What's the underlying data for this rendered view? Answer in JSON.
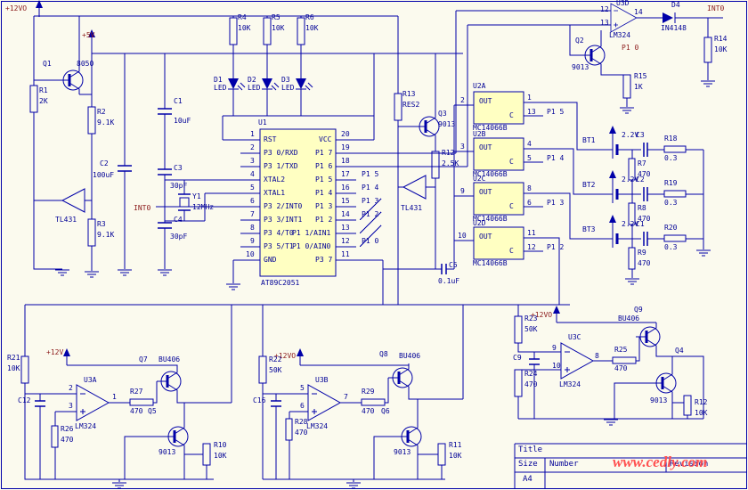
{
  "colors": {
    "bg": "#fbfaee",
    "wire": "#0000a8",
    "text": "#000096",
    "net": "#8b1a1a",
    "ic": "#ffffc2",
    "wm": "#ff5050"
  },
  "watermark": "www.cedly.com",
  "title_block": {
    "title_label": "Title",
    "size_label": "Size",
    "size_value": "A4",
    "number_label": "Number",
    "revision_label": "Revision"
  },
  "labels": [
    [
      6,
      6,
      "+12VO",
      "r"
    ],
    [
      92,
      36,
      "+5V",
      "r"
    ],
    [
      150,
      230,
      "INT0",
      "r"
    ],
    [
      794,
      6,
      "INT0",
      "r"
    ],
    [
      698,
      50,
      "P1 0",
      "r"
    ],
    [
      52,
      392,
      "+12V",
      "r"
    ],
    [
      308,
      396,
      "+12VO",
      "r"
    ],
    [
      596,
      350,
      "+12VO",
      "r"
    ],
    [
      48,
      68,
      "Q1"
    ],
    [
      86,
      68,
      "8050"
    ],
    [
      44,
      98,
      "R1"
    ],
    [
      44,
      110,
      "2K"
    ],
    [
      109,
      122,
      "R2"
    ],
    [
      109,
      134,
      "9.1K"
    ],
    [
      195,
      110,
      "C1"
    ],
    [
      195,
      132,
      "10uF"
    ],
    [
      112,
      180,
      "C2"
    ],
    [
      104,
      193,
      "100uF"
    ],
    [
      62,
      243,
      "TL431"
    ],
    [
      109,
      248,
      "R3"
    ],
    [
      109,
      260,
      "9.1K"
    ],
    [
      195,
      185,
      "C3"
    ],
    [
      191,
      205,
      "30pF"
    ],
    [
      216,
      217,
      "Y1"
    ],
    [
      216,
      229,
      "12MHz"
    ],
    [
      195,
      243,
      "C4"
    ],
    [
      191,
      262,
      "30pF"
    ],
    [
      267,
      16,
      "R4"
    ],
    [
      267,
      28,
      "10K"
    ],
    [
      305,
      16,
      "R5"
    ],
    [
      305,
      28,
      "10K"
    ],
    [
      343,
      16,
      "R6"
    ],
    [
      343,
      28,
      "10K"
    ],
    [
      240,
      86,
      "D1"
    ],
    [
      240,
      95,
      "LED"
    ],
    [
      278,
      86,
      "D2"
    ],
    [
      278,
      95,
      "LED"
    ],
    [
      316,
      86,
      "D3"
    ],
    [
      316,
      95,
      "LED"
    ],
    [
      290,
      134,
      "U1"
    ],
    [
      293,
      314,
      "AT89C2051"
    ],
    [
      281,
      147,
      "1"
    ],
    [
      281,
      162,
      "2"
    ],
    [
      281,
      177,
      "3"
    ],
    [
      281,
      192,
      "4"
    ],
    [
      281,
      207,
      "5"
    ],
    [
      281,
      222,
      "6"
    ],
    [
      281,
      237,
      "7"
    ],
    [
      281,
      252,
      "8"
    ],
    [
      281,
      267,
      "9"
    ],
    [
      276,
      282,
      "10"
    ],
    [
      296,
      153,
      "RST"
    ],
    [
      296,
      168,
      "P3 0/RXD"
    ],
    [
      296,
      183,
      "P3 1/TXD"
    ],
    [
      296,
      198,
      "XTAL2"
    ],
    [
      296,
      213,
      "XTAL1"
    ],
    [
      296,
      228,
      "P3 2/INT0"
    ],
    [
      296,
      243,
      "P3 3/INT1"
    ],
    [
      296,
      258,
      "P3 4/T0"
    ],
    [
      296,
      273,
      "P3 5/T1"
    ],
    [
      296,
      288,
      "GND"
    ],
    [
      358,
      153,
      "VCC"
    ],
    [
      354,
      168,
      "P1 7"
    ],
    [
      354,
      183,
      "P1 6"
    ],
    [
      354,
      198,
      "P1 5"
    ],
    [
      354,
      213,
      "P1 4"
    ],
    [
      354,
      228,
      "P1 3"
    ],
    [
      354,
      243,
      "P1 2"
    ],
    [
      328,
      258,
      "P1 1/AIN1"
    ],
    [
      328,
      273,
      "P1 0/AIN0"
    ],
    [
      354,
      288,
      "P3 7"
    ],
    [
      383,
      147,
      "20"
    ],
    [
      383,
      162,
      "19"
    ],
    [
      383,
      177,
      "18"
    ],
    [
      383,
      192,
      "17"
    ],
    [
      383,
      207,
      "16"
    ],
    [
      383,
      222,
      "15"
    ],
    [
      383,
      237,
      "14"
    ],
    [
      383,
      252,
      "13"
    ],
    [
      383,
      267,
      "12"
    ],
    [
      383,
      282,
      "11"
    ],
    [
      406,
      192,
      "P1 5"
    ],
    [
      406,
      207,
      "P1 4"
    ],
    [
      406,
      222,
      "P1 3"
    ],
    [
      406,
      237,
      "P1 2"
    ],
    [
      406,
      267,
      "P1 0"
    ],
    [
      452,
      102,
      "R13"
    ],
    [
      452,
      114,
      "RES2"
    ],
    [
      492,
      124,
      "Q3"
    ],
    [
      492,
      136,
      "9013"
    ],
    [
      450,
      230,
      "TL431"
    ],
    [
      496,
      168,
      "R12"
    ],
    [
      496,
      180,
      "2.5K"
    ],
    [
      504,
      294,
      "C5"
    ],
    [
      492,
      312,
      "0.1uF"
    ],
    [
      531,
      93,
      "U2A"
    ],
    [
      538,
      110,
      "OUT"
    ],
    [
      572,
      126,
      "C"
    ],
    [
      517,
      109,
      "2"
    ],
    [
      592,
      106,
      "1"
    ],
    [
      592,
      122,
      "13"
    ],
    [
      614,
      122,
      "P1 5"
    ],
    [
      531,
      140,
      "MC14066B"
    ],
    [
      531,
      147,
      "U2B"
    ],
    [
      538,
      162,
      "OUT"
    ],
    [
      572,
      178,
      "C"
    ],
    [
      517,
      161,
      "3"
    ],
    [
      592,
      158,
      "4"
    ],
    [
      592,
      174,
      "5"
    ],
    [
      614,
      174,
      "P1 4"
    ],
    [
      531,
      192,
      "MC14066B"
    ],
    [
      531,
      197,
      "U2C"
    ],
    [
      538,
      212,
      "OUT"
    ],
    [
      572,
      228,
      "C"
    ],
    [
      517,
      211,
      "9"
    ],
    [
      592,
      208,
      "8"
    ],
    [
      592,
      224,
      "6"
    ],
    [
      614,
      224,
      "P1 3"
    ],
    [
      531,
      242,
      "MC14066B"
    ],
    [
      531,
      247,
      "U2D"
    ],
    [
      538,
      262,
      "OUT"
    ],
    [
      572,
      278,
      "C"
    ],
    [
      514,
      261,
      "10"
    ],
    [
      592,
      258,
      "11"
    ],
    [
      592,
      274,
      "12"
    ],
    [
      614,
      274,
      "P1 2"
    ],
    [
      531,
      292,
      "MC14066B"
    ],
    [
      692,
      0,
      "U3D"
    ],
    [
      674,
      7,
      "12"
    ],
    [
      674,
      22,
      "13"
    ],
    [
      712,
      10,
      "14"
    ],
    [
      684,
      36,
      "LM324"
    ],
    [
      754,
      2,
      "D4"
    ],
    [
      742,
      28,
      "IN4148"
    ],
    [
      646,
      42,
      "Q2"
    ],
    [
      642,
      72,
      "9013"
    ],
    [
      712,
      82,
      "R15"
    ],
    [
      712,
      94,
      "1K"
    ],
    [
      802,
      40,
      "R14"
    ],
    [
      802,
      52,
      "10K"
    ],
    [
      654,
      154,
      "BT1"
    ],
    [
      698,
      148,
      "2.2V"
    ],
    [
      714,
      148,
      "C3"
    ],
    [
      746,
      152,
      "R18"
    ],
    [
      746,
      174,
      "0.3"
    ],
    [
      716,
      180,
      "R7"
    ],
    [
      716,
      192,
      "470"
    ],
    [
      654,
      204,
      "BT2"
    ],
    [
      698,
      198,
      "2.2V"
    ],
    [
      714,
      198,
      "C2"
    ],
    [
      746,
      202,
      "R19"
    ],
    [
      746,
      224,
      "0.3"
    ],
    [
      716,
      230,
      "R8"
    ],
    [
      716,
      242,
      "470"
    ],
    [
      654,
      254,
      "BT3"
    ],
    [
      698,
      248,
      "2.2V"
    ],
    [
      714,
      248,
      "C1"
    ],
    [
      746,
      252,
      "R20"
    ],
    [
      746,
      274,
      "0.3"
    ],
    [
      716,
      280,
      "R9"
    ],
    [
      716,
      292,
      "470"
    ],
    [
      8,
      398,
      "R21"
    ],
    [
      8,
      410,
      "10K"
    ],
    [
      20,
      446,
      "C12"
    ],
    [
      94,
      423,
      "U3A"
    ],
    [
      77,
      432,
      "2"
    ],
    [
      77,
      452,
      "3"
    ],
    [
      126,
      442,
      "1"
    ],
    [
      84,
      475,
      "LM324"
    ],
    [
      146,
      436,
      "R27"
    ],
    [
      146,
      458,
      "470"
    ],
    [
      156,
      400,
      "Q7"
    ],
    [
      178,
      400,
      "BU406"
    ],
    [
      166,
      458,
      "Q5"
    ],
    [
      178,
      504,
      "9013"
    ],
    [
      68,
      478,
      "R26"
    ],
    [
      68,
      490,
      "470"
    ],
    [
      240,
      496,
      "R10"
    ],
    [
      240,
      508,
      "10K"
    ],
    [
      302,
      400,
      "R22"
    ],
    [
      302,
      412,
      "50K"
    ],
    [
      284,
      446,
      "C16"
    ],
    [
      354,
      423,
      "U3B"
    ],
    [
      337,
      432,
      "5"
    ],
    [
      337,
      452,
      "6"
    ],
    [
      386,
      442,
      "7"
    ],
    [
      344,
      475,
      "LM324"
    ],
    [
      406,
      436,
      "R29"
    ],
    [
      406,
      458,
      "470"
    ],
    [
      426,
      394,
      "Q8"
    ],
    [
      448,
      396,
      "BU406"
    ],
    [
      428,
      458,
      "Q6"
    ],
    [
      442,
      504,
      "9013"
    ],
    [
      331,
      470,
      "R28"
    ],
    [
      331,
      482,
      "470"
    ],
    [
      504,
      496,
      "R11"
    ],
    [
      504,
      508,
      "10K"
    ],
    [
      589,
      354,
      "R23"
    ],
    [
      589,
      366,
      "50K"
    ],
    [
      576,
      398,
      "C9"
    ],
    [
      638,
      375,
      "U3C"
    ],
    [
      620,
      387,
      "9"
    ],
    [
      620,
      407,
      "10"
    ],
    [
      668,
      396,
      "8"
    ],
    [
      628,
      428,
      "LM324"
    ],
    [
      690,
      389,
      "R25"
    ],
    [
      690,
      410,
      "470"
    ],
    [
      712,
      344,
      "Q9"
    ],
    [
      694,
      354,
      "BU406"
    ],
    [
      758,
      390,
      "Q4"
    ],
    [
      730,
      446,
      "9013"
    ],
    [
      589,
      416,
      "R24"
    ],
    [
      589,
      428,
      "470"
    ],
    [
      780,
      448,
      "R12"
    ],
    [
      780,
      460,
      "10K"
    ]
  ]
}
